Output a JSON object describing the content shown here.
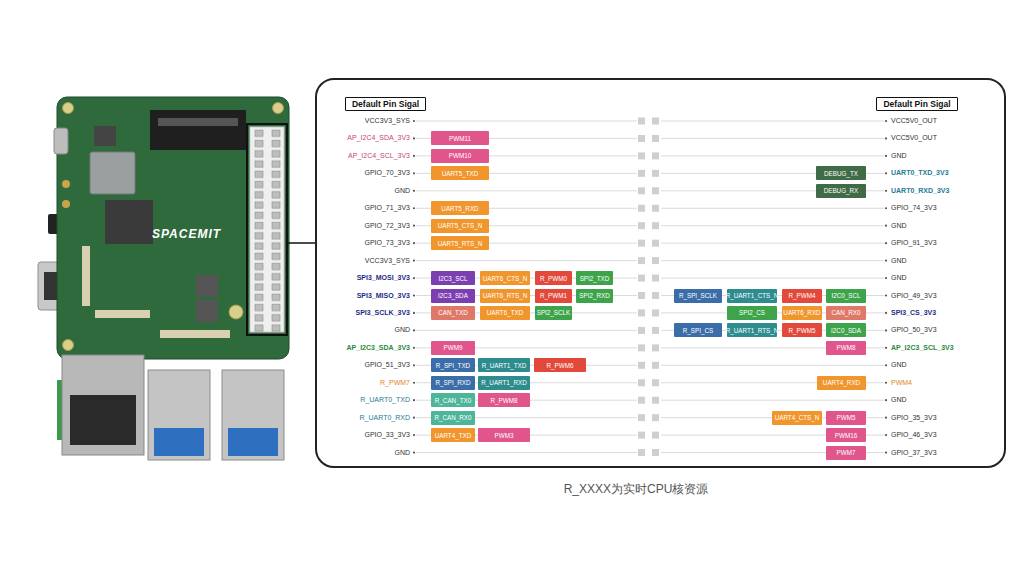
{
  "diagram": {
    "caption": "R_XXXX为实时CPU核资源",
    "nodes": [
      {
        "text": [
          "Default Pin Sigal"
        ]
      },
      {
        "text": [
          "Default Pin Sigal"
        ]
      },
      {
        "text": [
          "PWM11"
        ]
      },
      {
        "text": [
          "PWM10"
        ]
      },
      {
        "text": [
          "UART5_TXD"
        ]
      },
      {
        "text": [
          "DEBUG_TX"
        ]
      },
      {
        "text": [
          "DEBUG_RX"
        ]
      },
      {
        "text": [
          "UART5_RXD"
        ]
      },
      {
        "text": [
          "UART5_CTS_N"
        ]
      },
      {
        "text": [
          "UART5_RTS_N"
        ]
      },
      {
        "text": [
          "I2C3_SCL"
        ]
      },
      {
        "text": [
          "UART6_CTS_N"
        ]
      },
      {
        "text": [
          "R_PWM0"
        ]
      },
      {
        "text": [
          "SPI2_TXD"
        ]
      },
      {
        "text": [
          "I2C3_SDA"
        ]
      },
      {
        "text": [
          "UART6_RTS_N"
        ]
      },
      {
        "text": [
          "R_PWM1"
        ]
      },
      {
        "text": [
          "SPI2_RXD"
        ]
      },
      {
        "text": [
          "R_SPI_SCLK"
        ]
      },
      {
        "text": [
          "R_UART1_CTS_N"
        ]
      },
      {
        "text": [
          "R_PWM4"
        ]
      },
      {
        "text": [
          "I2C0_SCL"
        ]
      },
      {
        "text": [
          "CAN_TXD"
        ]
      },
      {
        "text": [
          "UART6_TXD"
        ]
      },
      {
        "text": [
          "SPI2_SCLK"
        ]
      },
      {
        "text": [
          "SPI2_CS"
        ]
      },
      {
        "text": [
          "UART6_RXD"
        ]
      },
      {
        "text": [
          "CAN_RX0"
        ]
      },
      {
        "text": [
          "R_SPI_CS"
        ]
      },
      {
        "text": [
          "R_UART1_RTS_N"
        ]
      },
      {
        "text": [
          "R_PWM5"
        ]
      },
      {
        "text": [
          "I2C0_SDA"
        ]
      },
      {
        "text": [
          "PWM9"
        ]
      },
      {
        "text": [
          "PWM8"
        ]
      },
      {
        "text": [
          "R_SPI_TXD"
        ]
      },
      {
        "text": [
          "R_UART1_TXD"
        ]
      },
      {
        "text": [
          "R_PWM6"
        ]
      },
      {
        "text": [
          "R_SPI_RXD"
        ]
      },
      {
        "text": [
          "R_UART1_RXD"
        ]
      },
      {
        "text": [
          "UART4_RXD"
        ]
      },
      {
        "text": [
          "R_CAN_TX0"
        ]
      },
      {
        "text": [
          "R_PWM8"
        ]
      },
      {
        "text": [
          "R_CAN_RX0"
        ]
      },
      {
        "text": [
          "UART4_CTS_N"
        ]
      },
      {
        "text": [
          "PWM5"
        ]
      },
      {
        "text": [
          "UART4_TXD"
        ]
      },
      {
        "text": [
          "PWM3"
        ]
      },
      {
        "text": [
          "PWM16"
        ]
      },
      {
        "text": [
          "PWM7"
        ]
      }
    ],
    "labels": [
      "SPACEMIT",
      "VCC3V3_SYS",
      "VCC5V0_OUT",
      "AP_I2C4_SDA_3V3",
      "VCC5V0_OUT",
      "AP_I2C4_SCL_3V3",
      "GND",
      "GPIO_70_3V3",
      "UART0_TXD_3V3",
      "GND",
      "UART0_RXD_3V3",
      "GPIO_71_3V3",
      "GPIO_74_3V3",
      "GPIO_72_3V3",
      "GND",
      "GPIO_73_3V3",
      "GPIO_91_3V3",
      "VCC3V3_SYS",
      "GND",
      "SPI3_MOSI_3V3",
      "GND",
      "SPI3_MISO_3V3",
      "GPIO_49_3V3",
      "SPI3_SCLK_3V3",
      "SPI3_CS_3V3",
      "GND",
      "GPIO_50_3V3",
      "AP_I2C3_SDA_3V3",
      "AP_I2C3_SCL_3V3",
      "GPIO_51_3V3",
      "GND",
      "R_PWM7",
      "PWM4",
      "R_UART0_TXD",
      "GND",
      "R_UART0_RXD",
      "GPIO_35_3V3",
      "GPIO_33_3V3",
      "GPIO_46_3V3",
      "GND",
      "GPIO_37_3V3"
    ]
  }
}
